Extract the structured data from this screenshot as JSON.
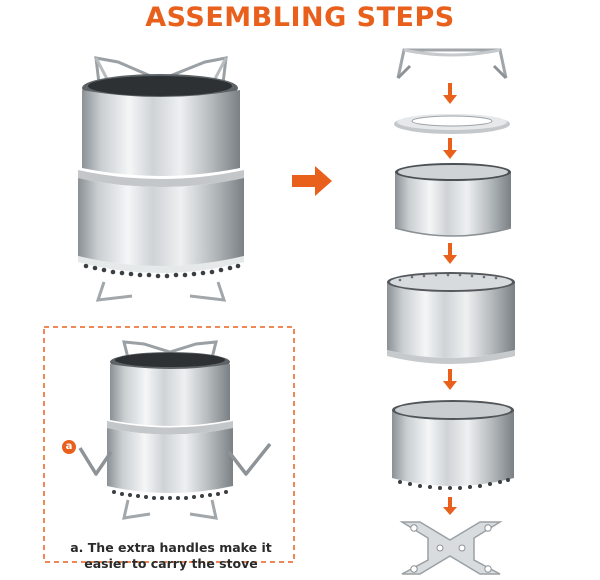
{
  "title": "ASSEMBLING STEPS",
  "badge_label": "a",
  "caption": {
    "line1": "a. The extra handles make it",
    "line2": "easier to carry the stove"
  },
  "colors": {
    "accent": "#e8601c",
    "steel_light": "#e9ecee",
    "steel_mid": "#b9bec2",
    "steel_dark": "#7d8488",
    "text": "#2a2a2a"
  },
  "icons": {
    "big_arrow": "arrow-right-icon",
    "step_arrows": "arrow-down-icon"
  }
}
